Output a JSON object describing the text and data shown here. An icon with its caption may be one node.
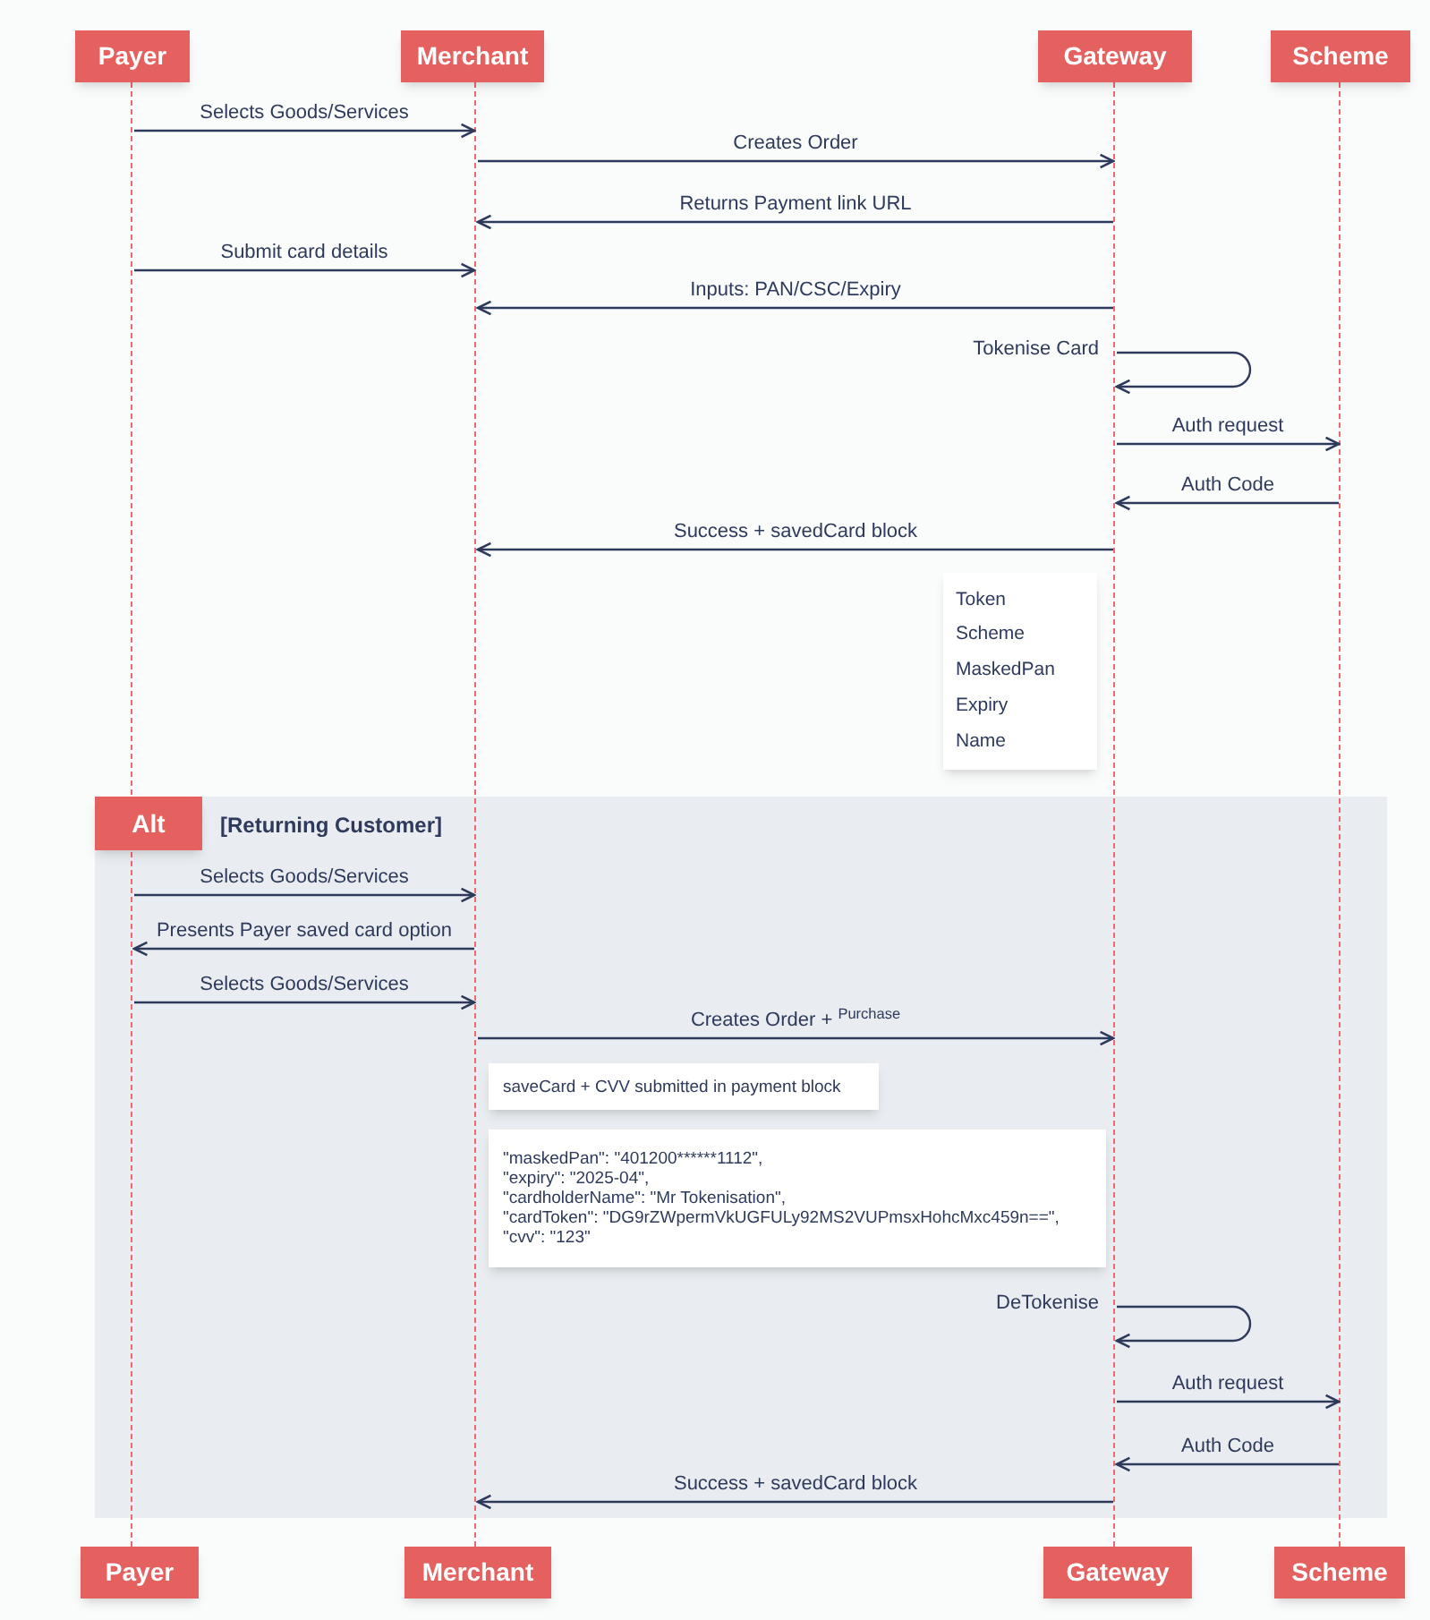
{
  "diagram": {
    "nodes": [
      {
        "text": [
          "Payer"
        ]
      },
      {
        "text": [
          "Merchant"
        ]
      },
      {
        "text": [
          "Gateway"
        ]
      },
      {
        "text": [
          "Scheme"
        ]
      },
      {
        "text": [],
        "shape": "bar"
      },
      {
        "text": [],
        "shape": "bar"
      },
      {
        "text": [],
        "shape": "bar"
      },
      {
        "text": [],
        "shape": "bar"
      },
      {
        "text": [
          "Token",
          "Scheme",
          "MaskedPan",
          "Expiry",
          "Name"
        ]
      },
      {
        "text": [
          "Alt",
          "[Returning Customer]"
        ]
      },
      {
        "text": [
          "saveCard + CVV submitted in payment block"
        ],
        "in": 9
      },
      {
        "text": [
          "\"maskedPan\": \"401200******1112\",",
          "\"expiry\": \"2025-04\",",
          "\"cardholderName\": \"Mr Tokenisation\",",
          "\"cardToken\": \"DG9rZWpermVkUGFULy92MS2VUPmsxHohcMxc459n==\",",
          "\"cvv\": \"123\""
        ],
        "in": 9
      },
      {
        "text": [
          "Payer"
        ]
      },
      {
        "text": [
          "Merchant"
        ]
      },
      {
        "text": [
          "Gateway"
        ]
      },
      {
        "text": [
          "Scheme"
        ]
      }
    ],
    "edges": [
      {
        "from": 4,
        "to": 5,
        "arrow": "to",
        "label": "Selects Goods/Services"
      },
      {
        "from": 5,
        "to": 6,
        "arrow": "to",
        "label": "Creates Order"
      },
      {
        "from": 6,
        "to": 5,
        "arrow": "to",
        "label": "Returns Payment link URL"
      },
      {
        "from": 4,
        "to": 5,
        "arrow": "to",
        "label": "Submit card details"
      },
      {
        "from": 6,
        "to": 5,
        "arrow": "to",
        "label": "Inputs: PAN/CSC/Expiry"
      },
      {
        "from": 6,
        "to": 6,
        "arrow": "to",
        "label": "Tokenise Card"
      },
      {
        "from": 6,
        "to": 7,
        "arrow": "to",
        "label": "Auth request"
      },
      {
        "from": 7,
        "to": 6,
        "arrow": "to",
        "label": "Auth Code"
      },
      {
        "from": 6,
        "to": 5,
        "arrow": "to",
        "label": "Success + savedCard block"
      },
      {
        "from": 4,
        "to": 5,
        "arrow": "to",
        "label": "Selects Goods/Services"
      },
      {
        "from": 5,
        "to": 4,
        "arrow": "to",
        "label": "Presents Payer saved card option"
      },
      {
        "from": 4,
        "to": 5,
        "arrow": "to",
        "label": "Selects Goods/Services"
      },
      {
        "from": 5,
        "to": 6,
        "arrow": "to",
        "label": "Creates Order + $^{Purchase}$"
      },
      {
        "from": 6,
        "to": 6,
        "arrow": "to",
        "label": "DeTokenise"
      },
      {
        "from": 6,
        "to": 7,
        "arrow": "to",
        "label": "Auth request"
      },
      {
        "from": 7,
        "to": 6,
        "arrow": "to",
        "label": "Auth Code"
      },
      {
        "from": 6,
        "to": 5,
        "arrow": "to",
        "label": "Success + savedCard block"
      }
    ]
  }
}
